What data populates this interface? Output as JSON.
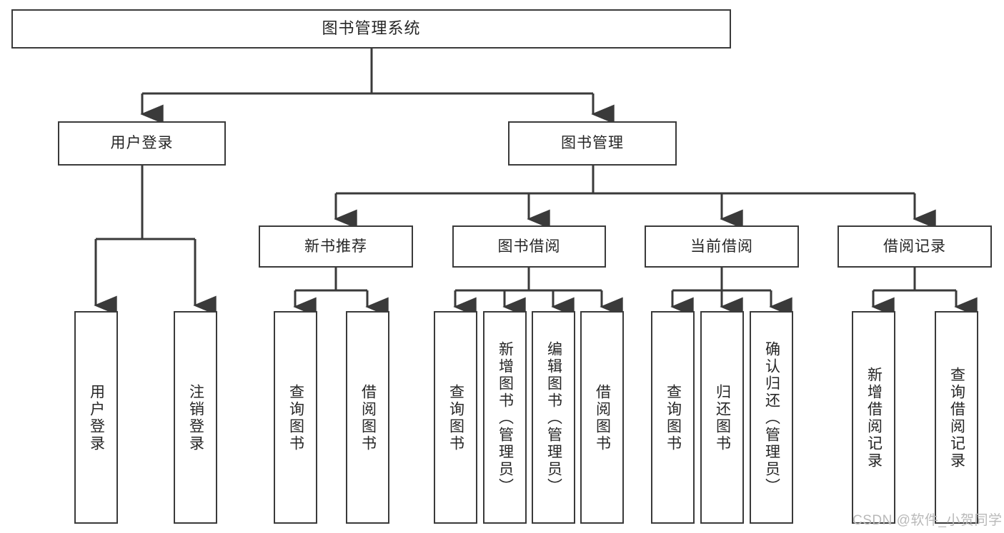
{
  "diagram": {
    "type": "tree",
    "title": "图书管理系统",
    "orientation": "top-down",
    "colors": {
      "box_border": "#3a3a3a",
      "box_fill": "#ffffff",
      "edge": "#3a3a3a",
      "text": "#262626",
      "watermark": "#b9b9b9",
      "background": "#ffffff"
    },
    "watermark": "CSDN @软件_小贺同学",
    "nodes": {
      "root": {
        "label": "图书管理系统"
      },
      "level2": [
        {
          "label": "用户登录"
        },
        {
          "label": "图书管理"
        }
      ],
      "level3": [
        {
          "label": "新书推荐"
        },
        {
          "label": "图书借阅"
        },
        {
          "label": "当前借阅"
        },
        {
          "label": "借阅记录"
        }
      ],
      "leaves_user_login": [
        {
          "label": "用户登录"
        },
        {
          "label": "注销登录"
        }
      ],
      "leaves_new_book": [
        {
          "label": "查询图书"
        },
        {
          "label": "借阅图书"
        }
      ],
      "leaves_borrow": [
        {
          "label": "查询图书"
        },
        {
          "label": "新增图书（管理员）"
        },
        {
          "label": "编辑图书（管理员）"
        },
        {
          "label": "借阅图书"
        }
      ],
      "leaves_current": [
        {
          "label": "查询图书"
        },
        {
          "label": "归还图书"
        },
        {
          "label": "确认归还（管理员）"
        }
      ],
      "leaves_records": [
        {
          "label": "新增借阅记录"
        },
        {
          "label": "查询借阅记录"
        }
      ]
    }
  }
}
